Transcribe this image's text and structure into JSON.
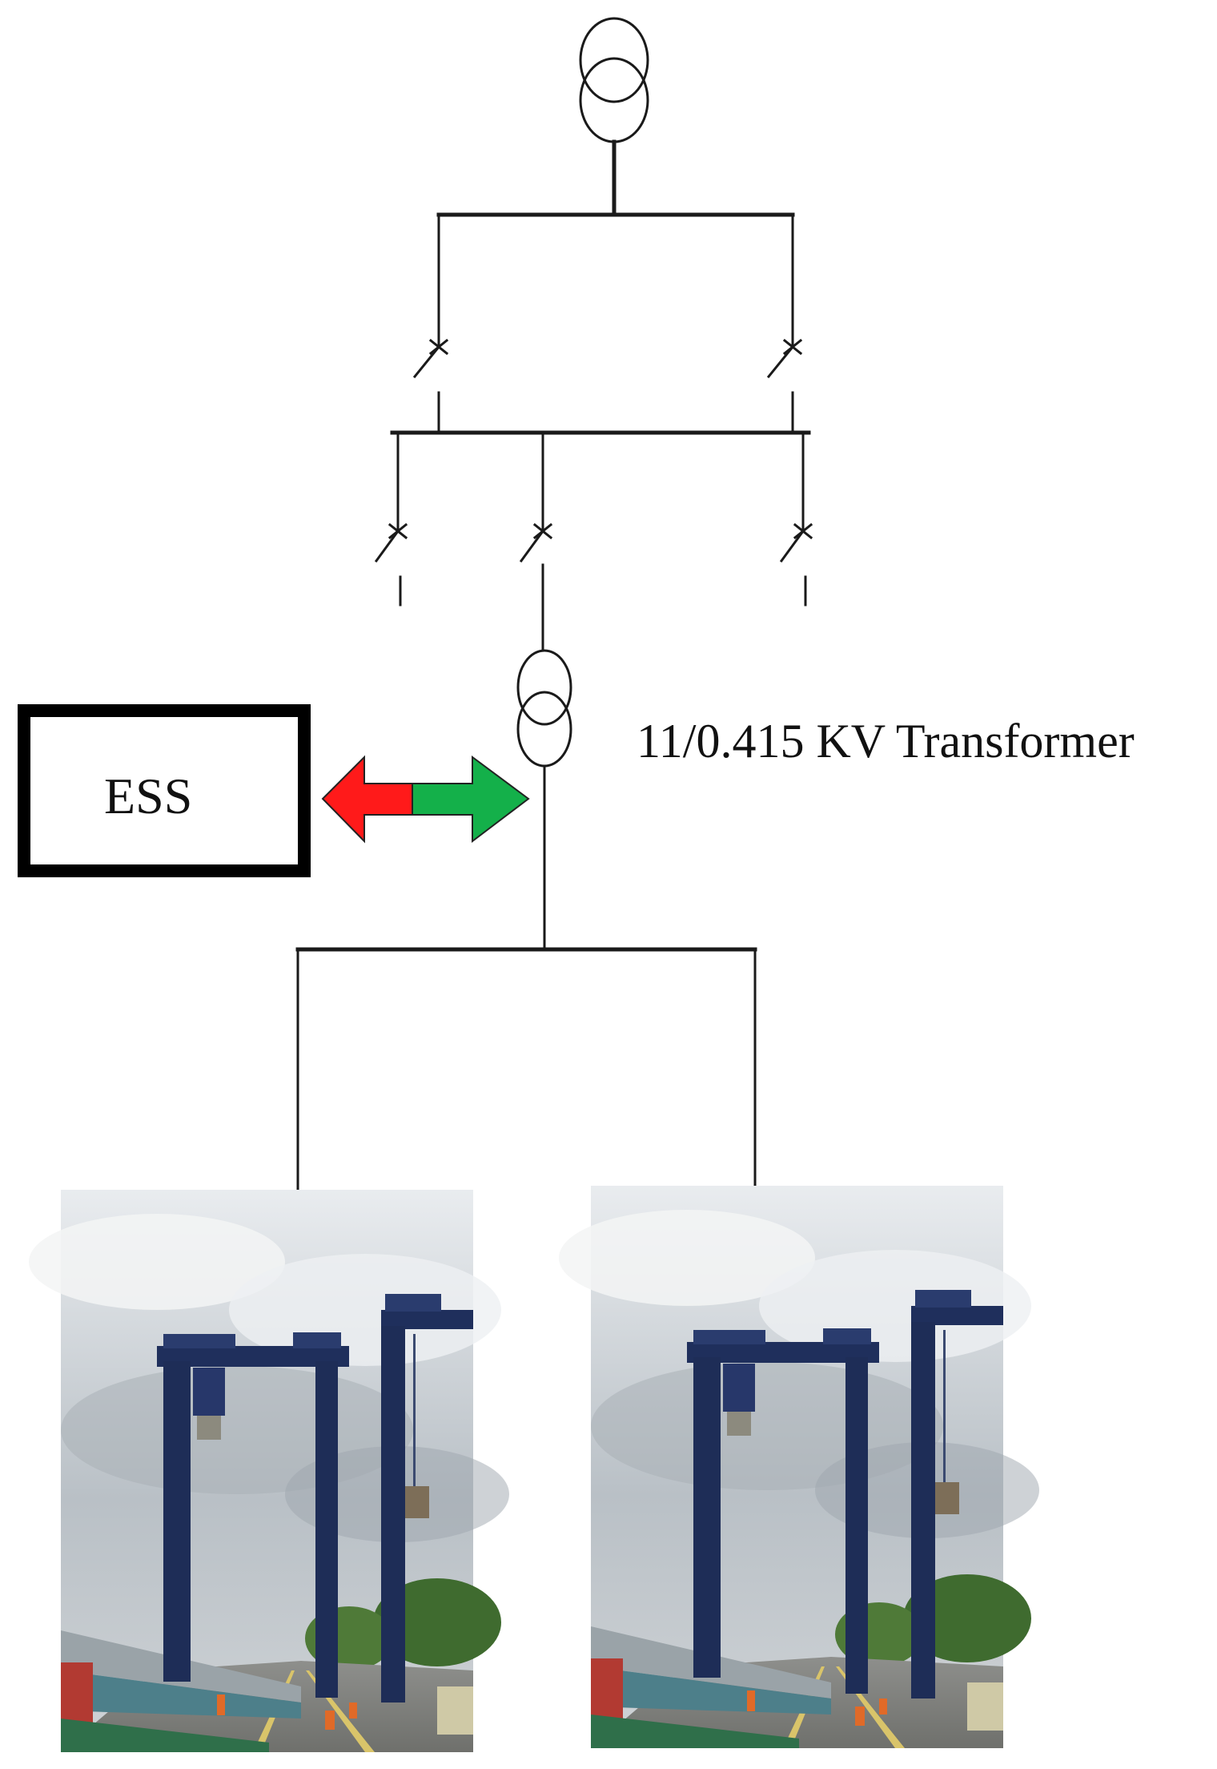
{
  "diagram": {
    "storage_label": "ESS",
    "transformer_label": "11/0.415 KV Transformer",
    "colors": {
      "line": "#1a1a1a",
      "discharge_arrow": "#ff1a1a",
      "charge_arrow": "#14b04a",
      "box_border": "#000000"
    },
    "icons": [
      "transformer-icon",
      "circuit-breaker-icon",
      "bidirectional-arrow-icon",
      "gantry-crane-photo"
    ]
  }
}
